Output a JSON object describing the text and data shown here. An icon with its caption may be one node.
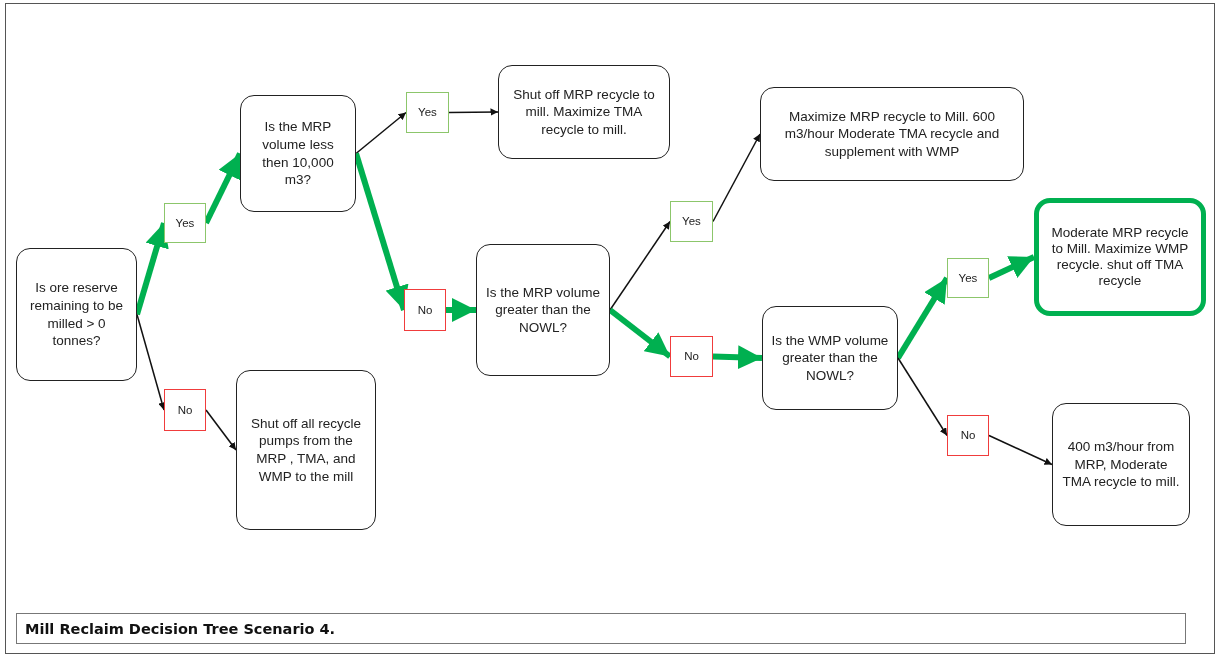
{
  "diagram": {
    "caption": "Mill Reclaim Decision Tree Scenario 4.",
    "nodes": [
      {
        "text": [
          "Is ore reserve remaining to be milled > 0 tonnes?"
        ]
      },
      {
        "text": [
          "Yes"
        ]
      },
      {
        "text": [
          "No"
        ]
      },
      {
        "text": [
          "Is the MRP volume less then 10,000 m3?"
        ]
      },
      {
        "text": [
          "Shut off all recycle pumps from the MRP , TMA, and WMP to the mill"
        ]
      },
      {
        "text": [
          "Yes"
        ]
      },
      {
        "text": [
          "No"
        ]
      },
      {
        "text": [
          "Shut off MRP recycle to mill. Maximize TMA recycle to mill."
        ]
      },
      {
        "text": [
          "Is the MRP volume greater than the NOWL?"
        ]
      },
      {
        "text": [
          "Yes"
        ]
      },
      {
        "text": [
          "No"
        ]
      },
      {
        "text": [
          "Maximize MRP recycle to Mill. 600 m3/hour Moderate TMA recycle and supplement with WMP"
        ]
      },
      {
        "text": [
          "Is the WMP volume greater than the NOWL?"
        ]
      },
      {
        "text": [
          "Yes"
        ]
      },
      {
        "text": [
          "No"
        ]
      },
      {
        "text": [
          "Moderate MRP recycle to Mill. Maximize WMP recycle. shut off TMA recycle"
        ]
      },
      {
        "text": [
          "400 m3/hour from MRP, Moderate TMA recycle to mill."
        ]
      }
    ],
    "edges": [
      {
        "from": 0,
        "to": 1,
        "arrow": "to",
        "style": "thick",
        "color": "#00b050"
      },
      {
        "from": 0,
        "to": 2,
        "arrow": "to",
        "color": "#111111"
      },
      {
        "from": 1,
        "to": 3,
        "arrow": "to",
        "style": "thick",
        "color": "#00b050"
      },
      {
        "from": 2,
        "to": 4,
        "arrow": "to",
        "color": "#111111"
      },
      {
        "from": 3,
        "to": 5,
        "arrow": "to",
        "color": "#111111"
      },
      {
        "from": 3,
        "to": 6,
        "arrow": "to",
        "style": "thick",
        "color": "#00b050"
      },
      {
        "from": 5,
        "to": 7,
        "arrow": "to",
        "color": "#111111"
      },
      {
        "from": 6,
        "to": 8,
        "arrow": "to",
        "style": "thick",
        "color": "#00b050"
      },
      {
        "from": 8,
        "to": 9,
        "arrow": "to",
        "color": "#111111"
      },
      {
        "from": 8,
        "to": 10,
        "arrow": "to",
        "style": "thick",
        "color": "#00b050"
      },
      {
        "from": 9,
        "to": 11,
        "arrow": "to",
        "color": "#111111"
      },
      {
        "from": 10,
        "to": 12,
        "arrow": "to",
        "style": "thick",
        "color": "#00b050"
      },
      {
        "from": 12,
        "to": 13,
        "arrow": "to",
        "style": "thick",
        "color": "#00b050"
      },
      {
        "from": 12,
        "to": 14,
        "arrow": "to",
        "color": "#111111"
      },
      {
        "from": 13,
        "to": 15,
        "arrow": "to",
        "style": "thick",
        "color": "#00b050"
      },
      {
        "from": 14,
        "to": 16,
        "arrow": "to",
        "color": "#111111"
      }
    ]
  }
}
